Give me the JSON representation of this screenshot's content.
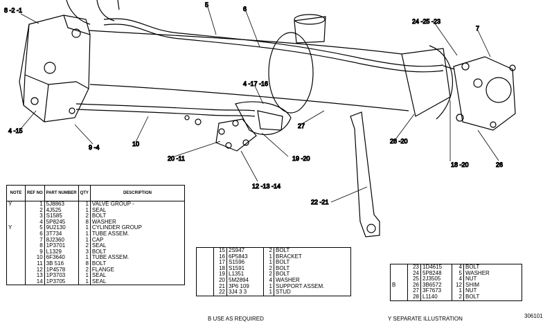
{
  "callouts": {
    "c1": "8 -2 -1",
    "c2": "5",
    "c3": "6",
    "c4": "24 -25 -23",
    "c5": "7",
    "c6": "4 -17 -16",
    "c7": "4 -15",
    "c8": "9 -4",
    "c9": "10",
    "c10": "27",
    "c11": "28 -20",
    "c12": "20 -11",
    "c13": "19 -20",
    "c14": "18 -20",
    "c15": "26",
    "c16": "12 -13 -14",
    "c17": "22 -21"
  },
  "table1": {
    "headers": {
      "note": "NOTE",
      "ref": "REF NO",
      "part": "PART NUMBER",
      "qty": "QTY",
      "desc": "DESCRIPTION"
    },
    "rows": [
      {
        "note": "Y",
        "ref": "1",
        "part": "5J8863",
        "qty": "1",
        "desc": "VALVE GROUP -"
      },
      {
        "note": "",
        "ref": "2",
        "part": "4J525",
        "qty": "1",
        "desc": "SEAL"
      },
      {
        "note": "",
        "ref": "3",
        "part": "S1585",
        "qty": "2",
        "desc": "BOLT"
      },
      {
        "note": "",
        "ref": "4",
        "part": "5P8245",
        "qty": "8",
        "desc": "WASHER"
      },
      {
        "note": "Y",
        "ref": "5",
        "part": "9U2130",
        "qty": "1",
        "desc": "CYLINDER GROUP"
      },
      {
        "note": "",
        "ref": "6",
        "part": "3T734",
        "qty": "1",
        "desc": "TUBE ASSEM."
      },
      {
        "note": "",
        "ref": "7",
        "part": "8J2360",
        "qty": "1",
        "desc": "CAP"
      },
      {
        "note": "",
        "ref": "8",
        "part": "1P3701",
        "qty": "2",
        "desc": "SEAL"
      },
      {
        "note": "",
        "ref": "9",
        "part": "L1329",
        "qty": "3",
        "desc": "BOLT"
      },
      {
        "note": "",
        "ref": "10",
        "part": "6F3640",
        "qty": "1",
        "desc": "TUBE ASSEM."
      },
      {
        "note": "",
        "ref": "11",
        "part": "3B 516",
        "qty": "8",
        "desc": "BOLT"
      },
      {
        "note": "",
        "ref": "12",
        "part": "1P4578",
        "qty": "2",
        "desc": "FLANGE"
      },
      {
        "note": "",
        "ref": "13",
        "part": "1P3703",
        "qty": "1",
        "desc": "SEAL"
      },
      {
        "note": "",
        "ref": "14",
        "part": "1P3705",
        "qty": "1",
        "desc": "SEAL"
      }
    ]
  },
  "table2": {
    "rows": [
      {
        "note": "",
        "ref": "15",
        "part": "2S947",
        "qty": "2",
        "desc": "BOLT"
      },
      {
        "note": "",
        "ref": "16",
        "part": "6P5843",
        "qty": "1",
        "desc": "BRACKET"
      },
      {
        "note": "",
        "ref": "17",
        "part": "S1596",
        "qty": "1",
        "desc": "BOLT"
      },
      {
        "note": "",
        "ref": "18",
        "part": "S1591",
        "qty": "2",
        "desc": "BOLT"
      },
      {
        "note": "",
        "ref": "19",
        "part": "L1351",
        "qty": "2",
        "desc": "BOLT"
      },
      {
        "note": "",
        "ref": "20",
        "part": "5M2894",
        "qty": "4",
        "desc": "WASHER"
      },
      {
        "note": "",
        "ref": "21",
        "part": "3P6 109",
        "qty": "1",
        "desc": "SUPPORT ASSEM."
      },
      {
        "note": "",
        "ref": "22",
        "part": "3J4 3 3",
        "qty": "1",
        "desc": "STUD"
      }
    ]
  },
  "table3": {
    "rows": [
      {
        "note": "",
        "ref": "23",
        "part": "1D4615",
        "qty": "4",
        "desc": "BOLT"
      },
      {
        "note": "",
        "ref": "24",
        "part": "5P8248",
        "qty": "5",
        "desc": "WASHER"
      },
      {
        "note": "",
        "ref": "25",
        "part": "2J3505",
        "qty": "4",
        "desc": "NUT"
      },
      {
        "note": "B",
        "ref": "26",
        "part": "3B6572",
        "qty": "12",
        "desc": "SHIM"
      },
      {
        "note": "",
        "ref": "27",
        "part": "3F7673",
        "qty": "1",
        "desc": "NUT"
      },
      {
        "note": "",
        "ref": "28",
        "part": "L1140",
        "qty": "2",
        "desc": "BOLT"
      }
    ]
  },
  "notes": {
    "b_note": "B    USE AS REQUIRED",
    "y_note": "Y    SEPARATE ILLUSTRATION",
    "illustration_number": "306101"
  }
}
